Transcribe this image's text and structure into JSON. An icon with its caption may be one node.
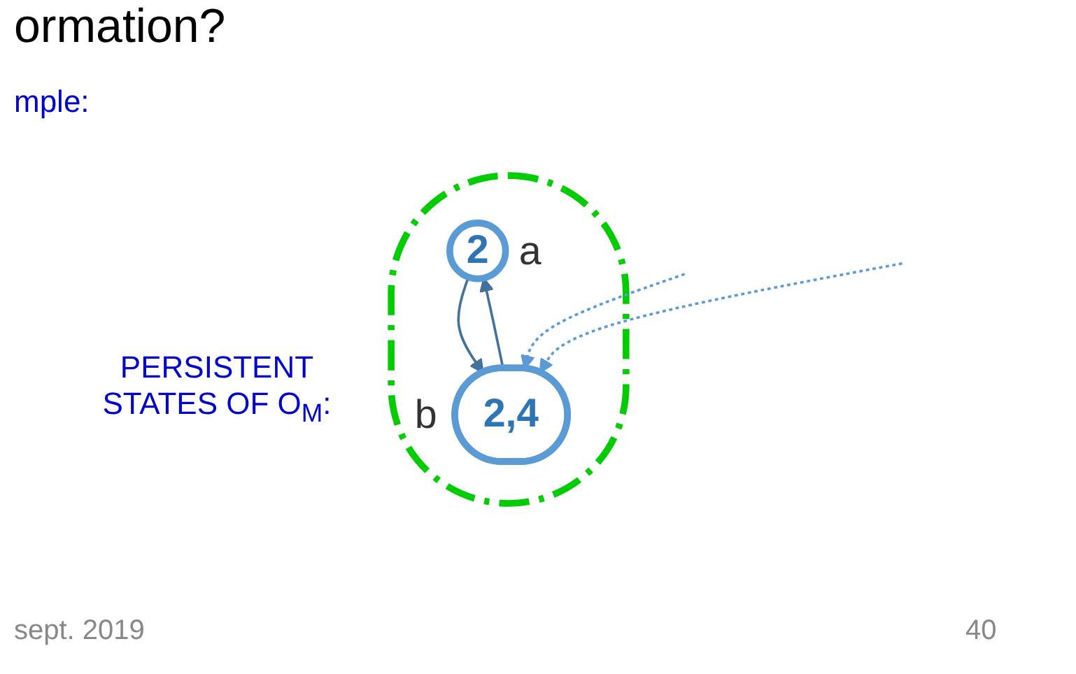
{
  "diagram": {
    "title": "ormation?",
    "nodes": [
      {
        "text": [],
        "shape": "cloud"
      },
      {
        "text": [
          "2"
        ],
        "in": 0,
        "beside": [
          "a"
        ]
      },
      {
        "text": [
          "2,4"
        ],
        "in": 0,
        "beside": [
          "b"
        ]
      }
    ],
    "edges": [
      {
        "from": 1,
        "to": 2,
        "arrow": "to"
      },
      {
        "from": 2,
        "to": 1,
        "arrow": "to"
      },
      {
        "from": null,
        "to": 2,
        "arrow": "to",
        "style": "dashed",
        "color": "#5b9bd5"
      },
      {
        "from": null,
        "to": 2,
        "arrow": "to",
        "style": "dashed",
        "color": "#5b9bd5"
      }
    ],
    "labels": [
      "mple:",
      "PERSISTENT STATES OF O$_{M}$:",
      "sept. 2019",
      "40"
    ]
  }
}
